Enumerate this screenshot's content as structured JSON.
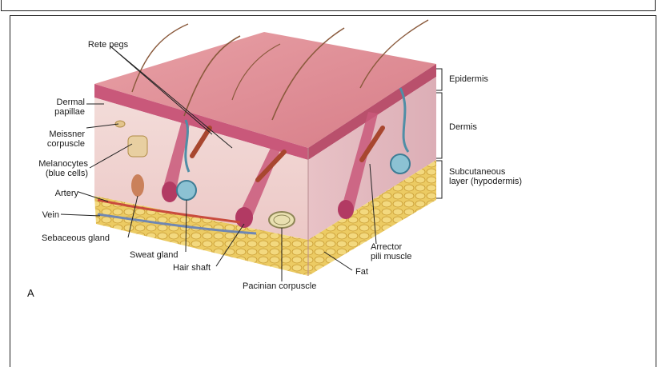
{
  "panel_letter": "A",
  "labels": {
    "rete_pegs": "Rete pegs",
    "dermal_papillae": "Dermal\npapillae",
    "meissner_corpuscle": "Meissner\ncorpuscle",
    "melanocytes": "Melanocytes\n(blue cells)",
    "artery": "Artery",
    "vein": "Vein",
    "sebaceous_gland": "Sebaceous gland",
    "sweat_gland": "Sweat gland",
    "hair_shaft": "Hair shaft",
    "pacinian_corpuscle": "Pacinian corpuscle",
    "fat": "Fat",
    "arrector_pili_muscle": "Arrector\npili muscle",
    "epidermis": "Epidermis",
    "dermis": "Dermis",
    "subcutaneous_layer": "Subcutaneous\nlayer (hypodermis)"
  },
  "colors": {
    "epidermis_top": "#d9868e",
    "epidermis_side": "#c4607a",
    "dermis": "#f0d0d0",
    "fat": "#e9c55a",
    "hair": "#8a5a3c",
    "sweat_gland": "#5b9db5"
  }
}
